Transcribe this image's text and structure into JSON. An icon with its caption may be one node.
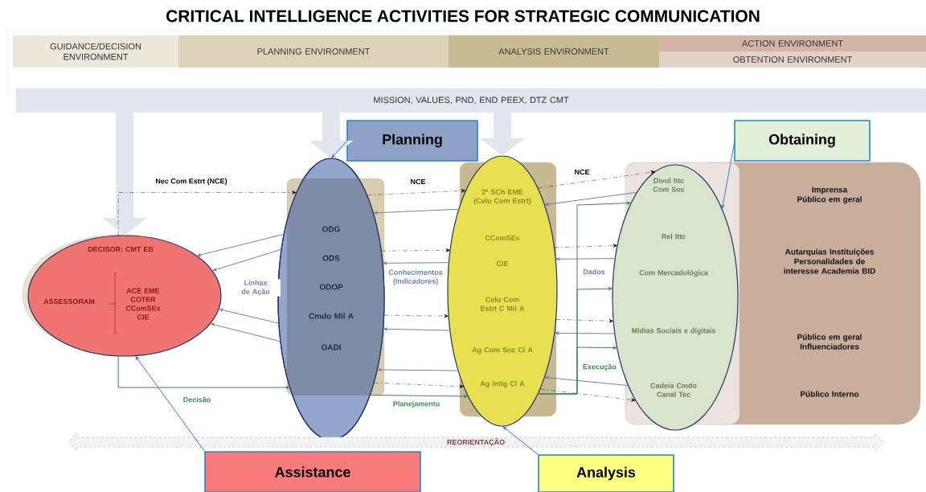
{
  "diagram": {
    "title": "CRITICAL INTELLIGENCE ACTIVITIES FOR STRATEGIC COMMUNICATION",
    "nodes": [
      {
        "text": [
          "GUIDANCE/DECISION ENVIRONMENT"
        ]
      },
      {
        "text": [
          "PLANNING ENVIRONMENT"
        ]
      },
      {
        "text": [
          "ANALYSIS ENVIRONMENT"
        ]
      },
      {
        "text": [
          "ACTION ENVIRONMENT"
        ]
      },
      {
        "text": [
          "OBTENTION ENVIRONMENT"
        ]
      },
      {
        "text": [
          "MISSION, VALUES, PND, END PEEX, DTZ CMT"
        ]
      },
      {
        "text": [
          "DECISOR: CMT EB",
          "ASSESSORAM",
          "ACE EME COTER CComSEx CIE"
        ]
      },
      {
        "text": [
          "ODG",
          "ODS",
          "ODOP",
          "Cmdo Mil A",
          "OADI"
        ]
      },
      {
        "text": [
          "2ª SCh EME (Celu Com Estrt)",
          "CComSEx",
          "CIE",
          "Celu Com Estrt C Mil A",
          "Ag Com Soc Cl A",
          "Ag Intlg Cl A"
        ]
      },
      {
        "text": [
          "Imprensa Público em geral",
          "Autarquias Instituições Personalidades de interesse Academia BID",
          "Público em geral Influenciadores",
          "Público Interno"
        ]
      },
      {
        "text": [
          "Divul Ittc Com Soc",
          "Rel Ittc",
          "Com Mercadológica",
          "Mídias Sociais e digitais",
          "Cadeia Cmdo Canal Tec"
        ]
      },
      {
        "text": [
          "Planning"
        ]
      },
      {
        "text": [
          "Obtaining"
        ]
      },
      {
        "text": [
          "Assistance"
        ]
      },
      {
        "text": [
          "Analysis"
        ]
      },
      {
        "text": [
          "REORIENTAÇÃO"
        ]
      }
    ],
    "edges": [
      {
        "from": 5,
        "to": 6,
        "arrow": "to",
        "style": "thick",
        "color": "#e1e5ee"
      },
      {
        "from": 5,
        "to": 7,
        "arrow": "to",
        "style": "thick",
        "color": "#e1e5ee"
      },
      {
        "from": 5,
        "to": 8,
        "arrow": "to",
        "style": "thick",
        "color": "#e1e5ee"
      },
      {
        "from": 6,
        "to": 7,
        "arrow": "to",
        "style": "dashed",
        "color": "#000000",
        "label": "Nec Com Estrt (NCE)"
      },
      {
        "from": 7,
        "to": 6,
        "arrow": "to",
        "color": "#6d84a8"
      },
      {
        "from": 7,
        "to": 6,
        "arrow": "to",
        "color": "#6d84a8",
        "label": "Linhas de Ação"
      },
      {
        "from": 7,
        "to": 6,
        "arrow": "to",
        "color": "#6d84a8"
      },
      {
        "from": 7,
        "to": 6,
        "arrow": "to",
        "color": "#6d84a8"
      },
      {
        "from": 6,
        "to": 7,
        "arrow": "to",
        "color": "#3d8a4f",
        "label": "Decisão"
      },
      {
        "from": 7,
        "to": 8,
        "arrow": "to",
        "style": "dashed",
        "color": "#000000",
        "label": "NCE"
      },
      {
        "from": 7,
        "to": 8,
        "arrow": "to",
        "style": "dashed",
        "color": "#000000"
      },
      {
        "from": 7,
        "to": 8,
        "arrow": "to",
        "style": "dashed",
        "color": "#000000"
      },
      {
        "from": 7,
        "to": 8,
        "arrow": "to",
        "style": "dashed",
        "color": "#000000"
      },
      {
        "from": 8,
        "to": 7,
        "arrow": "to",
        "color": "#6d84a8"
      },
      {
        "from": 8,
        "to": 7,
        "arrow": "to",
        "color": "#6d84a8",
        "label": "Conhecimentos (Indicadores)"
      },
      {
        "from": 8,
        "to": 7,
        "arrow": "to",
        "color": "#6d84a8"
      },
      {
        "from": 8,
        "to": 7,
        "arrow": "to",
        "color": "#6d84a8"
      },
      {
        "from": 7,
        "to": 8,
        "arrow": "to",
        "color": "#3d8a4f",
        "label": "Planejamento"
      },
      {
        "from": 8,
        "to": 10,
        "arrow": "to",
        "style": "dashed",
        "color": "#000000",
        "label": "NCE"
      },
      {
        "from": 8,
        "to": 10,
        "arrow": "to",
        "style": "dashed",
        "color": "#000000"
      },
      {
        "from": 8,
        "to": 10,
        "arrow": "to",
        "style": "dashed",
        "color": "#000000"
      },
      {
        "from": 8,
        "to": 10,
        "arrow": "to",
        "style": "dashed",
        "color": "#000000"
      },
      {
        "from": 10,
        "to": 8,
        "arrow": "to",
        "color": "#6d84a8"
      },
      {
        "from": 10,
        "to": 8,
        "arrow": "to",
        "color": "#6d84a8",
        "label": "Dados"
      },
      {
        "from": 10,
        "to": 8,
        "arrow": "to",
        "color": "#6d84a8"
      },
      {
        "from": 10,
        "to": 8,
        "arrow": "to",
        "color": "#6d84a8"
      },
      {
        "from": 8,
        "to": 10,
        "arrow": "to",
        "color": "#3d8a4f"
      },
      {
        "from": 8,
        "to": 10,
        "arrow": "to",
        "color": "#3d8a4f"
      },
      {
        "from": 8,
        "to": 10,
        "arrow": "to",
        "color": "#3d8a4f",
        "label": "Execução"
      },
      {
        "from": 11,
        "to": 7,
        "arrow": "to",
        "color": "#3b78d8"
      },
      {
        "from": 12,
        "to": 10,
        "arrow": "to",
        "color": "#3b78d8"
      },
      {
        "from": 13,
        "to": 6,
        "arrow": "to",
        "color": "#3b78d8"
      },
      {
        "from": 14,
        "to": 8,
        "arrow": "to",
        "color": "#3b78d8"
      }
    ]
  }
}
